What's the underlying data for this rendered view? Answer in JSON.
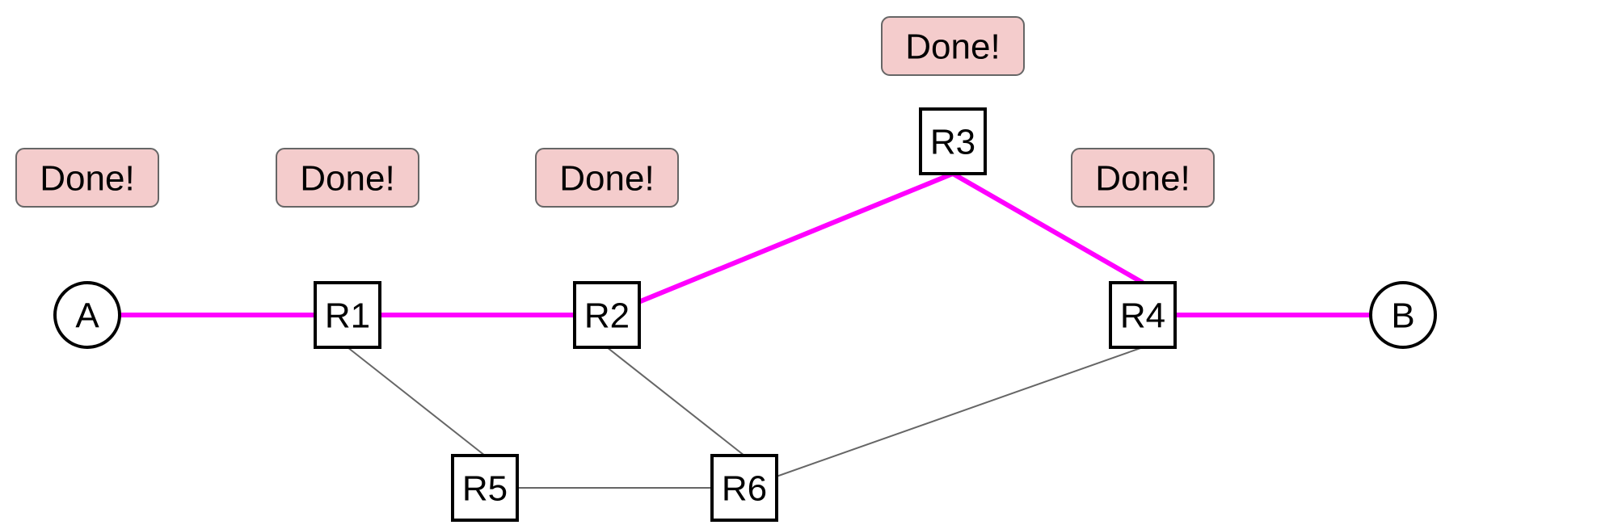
{
  "colors": {
    "active_path": "#ff00ff",
    "plain_link": "#666666",
    "node_border": "#000000",
    "status_fill": "#f4cccc",
    "status_border": "#666666"
  },
  "nodes": [
    {
      "id": "A",
      "label": "A",
      "kind": "host"
    },
    {
      "id": "R1",
      "label": "R1",
      "kind": "router"
    },
    {
      "id": "R2",
      "label": "R2",
      "kind": "router"
    },
    {
      "id": "R3",
      "label": "R3",
      "kind": "router"
    },
    {
      "id": "R4",
      "label": "R4",
      "kind": "router"
    },
    {
      "id": "B",
      "label": "B",
      "kind": "host"
    },
    {
      "id": "R5",
      "label": "R5",
      "kind": "router"
    },
    {
      "id": "R6",
      "label": "R6",
      "kind": "router"
    }
  ],
  "links": [
    {
      "from": "A",
      "to": "R1",
      "active": true
    },
    {
      "from": "R1",
      "to": "R2",
      "active": true
    },
    {
      "from": "R2",
      "to": "R3",
      "active": true
    },
    {
      "from": "R3",
      "to": "R4",
      "active": true
    },
    {
      "from": "R4",
      "to": "B",
      "active": true
    },
    {
      "from": "R1",
      "to": "R5",
      "active": false
    },
    {
      "from": "R2",
      "to": "R6",
      "active": false
    },
    {
      "from": "R5",
      "to": "R6",
      "active": false
    },
    {
      "from": "R6",
      "to": "R4",
      "active": false
    }
  ],
  "status_labels": [
    {
      "node": "A",
      "text": "Done!"
    },
    {
      "node": "R1",
      "text": "Done!"
    },
    {
      "node": "R2",
      "text": "Done!"
    },
    {
      "node": "R3",
      "text": "Done!"
    },
    {
      "node": "R4",
      "text": "Done!"
    }
  ]
}
